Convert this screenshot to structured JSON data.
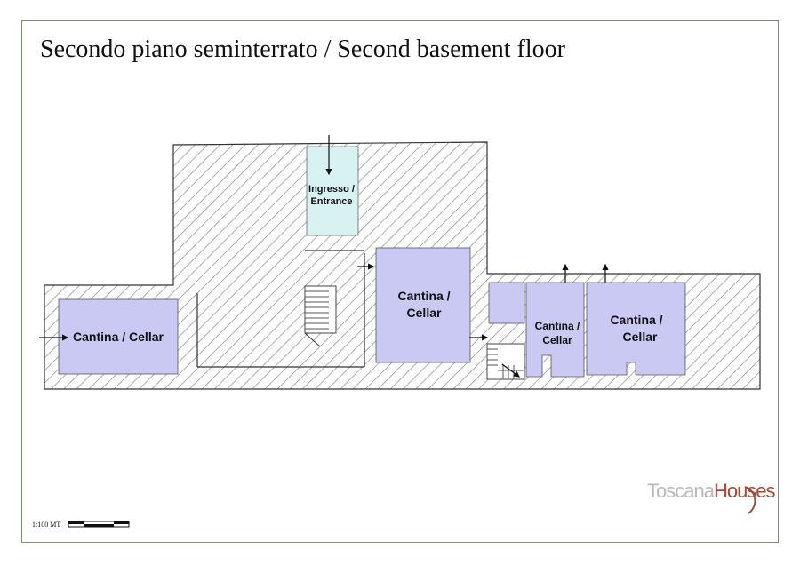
{
  "title": "Secondo piano seminterrato / Second basement floor",
  "rooms": {
    "entrance": [
      "Ingresso /",
      "Entrance"
    ],
    "cellar_west": "Cantina / Cellar",
    "cellar_center": [
      "Cantina /",
      "Cellar"
    ],
    "cellar_small": [
      "Cantina /",
      "Cellar"
    ],
    "cellar_east": [
      "Cantina /",
      "Cellar"
    ]
  },
  "scale_label": "1:100 MT",
  "logo": {
    "part1": "Toscana",
    "part2": "Houses"
  },
  "colors": {
    "room_fill": "#c9c9f3",
    "entrance_fill": "#d8f1f1",
    "wall_hatch": "#8a8a8a",
    "frame": "#7f8f6f",
    "logo_accent": "#a5483a"
  }
}
